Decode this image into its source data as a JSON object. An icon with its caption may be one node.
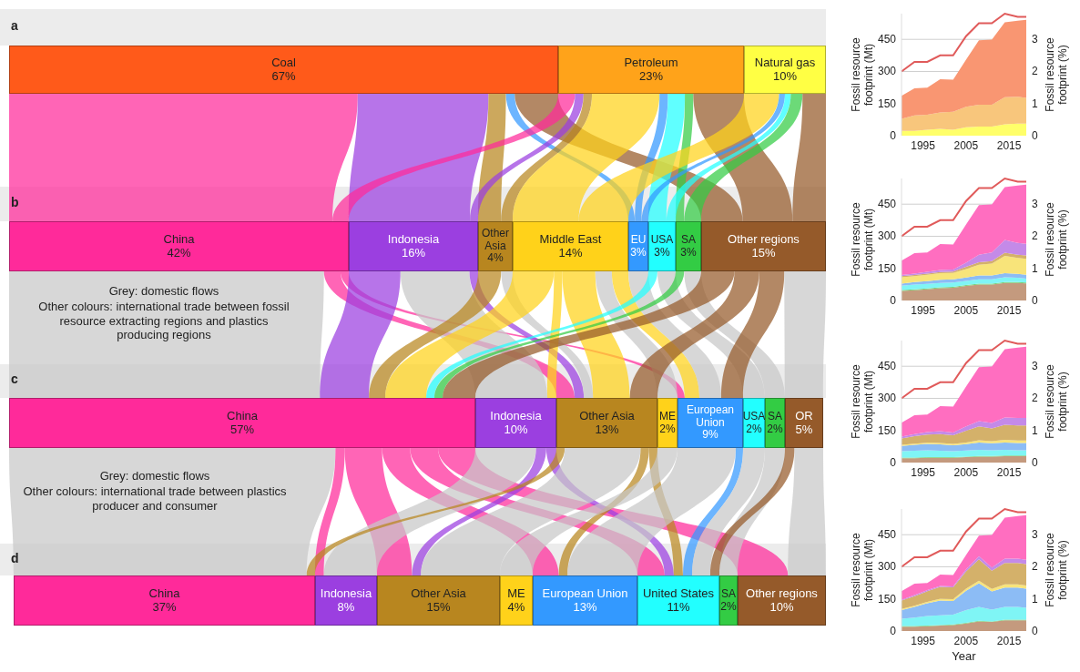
{
  "diagram": {
    "nodes": [
      {
        "text": [
          "Coal",
          "67%"
        ]
      },
      {
        "text": [
          "Petroleum",
          "23%"
        ]
      },
      {
        "text": [
          "Natural gas",
          "10%"
        ]
      },
      {
        "text": [
          "China",
          "42%"
        ]
      },
      {
        "text": [
          "Indonesia",
          "16%"
        ]
      },
      {
        "text": [
          "Other Asia",
          "4%"
        ]
      },
      {
        "text": [
          "Middle East",
          "14%"
        ]
      },
      {
        "text": [
          "EU",
          "3%"
        ]
      },
      {
        "text": [
          "USA",
          "3%"
        ]
      },
      {
        "text": [
          "SA",
          "3%"
        ]
      },
      {
        "text": [
          "Other regions",
          "15%"
        ]
      },
      {
        "text": [
          "China",
          "57%"
        ]
      },
      {
        "text": [
          "Indonesia",
          "10%"
        ]
      },
      {
        "text": [
          "Other Asia",
          "13%"
        ]
      },
      {
        "text": [
          "ME",
          "2%"
        ]
      },
      {
        "text": [
          "European Union",
          "9%"
        ]
      },
      {
        "text": [
          "USA",
          "2%"
        ]
      },
      {
        "text": [
          "SA",
          "2%"
        ]
      },
      {
        "text": [
          "OR",
          "5%"
        ]
      },
      {
        "text": [
          "China",
          "37%"
        ]
      },
      {
        "text": [
          "Indonesia",
          "8%"
        ]
      },
      {
        "text": [
          "Other Asia",
          "15%"
        ]
      },
      {
        "text": [
          "ME",
          "4%"
        ]
      },
      {
        "text": [
          "European Union",
          "13%"
        ]
      },
      {
        "text": [
          "United States",
          "11%"
        ]
      },
      {
        "text": [
          "SA",
          "2%"
        ]
      },
      {
        "text": [
          "Other regions",
          "10%"
        ]
      }
    ],
    "edges": [
      {
        "from": 0,
        "to": 3,
        "arrow": "none",
        "color": "#ff2a9a"
      },
      {
        "from": 0,
        "to": 4,
        "arrow": "none",
        "color": "#9b3fe0"
      },
      {
        "from": 0,
        "to": 5,
        "arrow": "none",
        "color": "#b8861f"
      },
      {
        "from": 0,
        "to": 7,
        "arrow": "none",
        "color": "#3399ff"
      },
      {
        "from": 0,
        "to": 10,
        "arrow": "none",
        "color": "#955a2a"
      },
      {
        "from": 1,
        "to": 3,
        "arrow": "none",
        "color": "#ff2a9a"
      },
      {
        "from": 1,
        "to": 4,
        "arrow": "none",
        "color": "#9b3fe0"
      },
      {
        "from": 1,
        "to": 5,
        "arrow": "none",
        "color": "#b8861f"
      },
      {
        "from": 1,
        "to": 6,
        "arrow": "none",
        "color": "#ffd21a"
      },
      {
        "from": 1,
        "to": 7,
        "arrow": "none",
        "color": "#3399ff"
      },
      {
        "from": 1,
        "to": 8,
        "arrow": "none",
        "color": "#22ffff"
      },
      {
        "from": 1,
        "to": 9,
        "arrow": "none",
        "color": "#33cc44"
      },
      {
        "from": 1,
        "to": 10,
        "arrow": "none",
        "color": "#955a2a"
      },
      {
        "from": 2,
        "to": 6,
        "arrow": "none",
        "color": "#ffd21a"
      },
      {
        "from": 2,
        "to": 7,
        "arrow": "none",
        "color": "#3399ff"
      },
      {
        "from": 2,
        "to": 8,
        "arrow": "none",
        "color": "#22ffff"
      },
      {
        "from": 2,
        "to": 9,
        "arrow": "none",
        "color": "#33cc44"
      },
      {
        "from": 2,
        "to": 10,
        "arrow": "none",
        "color": "#955a2a"
      },
      {
        "from": 3,
        "to": 11,
        "arrow": "none",
        "color": "#c8c8c8"
      },
      {
        "from": 3,
        "to": 13,
        "arrow": "none",
        "color": "#ff2a9a"
      },
      {
        "from": 3,
        "to": 15,
        "arrow": "none",
        "color": "#ff2a9a"
      },
      {
        "from": 4,
        "to": 11,
        "arrow": "none",
        "color": "#9b3fe0"
      },
      {
        "from": 4,
        "to": 12,
        "arrow": "none",
        "color": "#c8c8c8"
      },
      {
        "from": 4,
        "to": 13,
        "arrow": "none",
        "color": "#9b3fe0"
      },
      {
        "from": 5,
        "to": 11,
        "arrow": "none",
        "color": "#b8861f"
      },
      {
        "from": 5,
        "to": 13,
        "arrow": "none",
        "color": "#c8c8c8"
      },
      {
        "from": 6,
        "to": 11,
        "arrow": "none",
        "color": "#ffd21a"
      },
      {
        "from": 6,
        "to": 12,
        "arrow": "none",
        "color": "#ffd21a"
      },
      {
        "from": 6,
        "to": 13,
        "arrow": "none",
        "color": "#ffd21a"
      },
      {
        "from": 6,
        "to": 14,
        "arrow": "none",
        "color": "#c8c8c8"
      },
      {
        "from": 6,
        "to": 15,
        "arrow": "none",
        "color": "#ffd21a"
      },
      {
        "from": 7,
        "to": 15,
        "arrow": "none",
        "color": "#c8c8c8"
      },
      {
        "from": 8,
        "to": 11,
        "arrow": "none",
        "color": "#22ffff"
      },
      {
        "from": 8,
        "to": 16,
        "arrow": "none",
        "color": "#c8c8c8"
      },
      {
        "from": 9,
        "to": 11,
        "arrow": "none",
        "color": "#33cc44"
      },
      {
        "from": 9,
        "to": 17,
        "arrow": "none",
        "color": "#c8c8c8"
      },
      {
        "from": 10,
        "to": 11,
        "arrow": "none",
        "color": "#955a2a"
      },
      {
        "from": 10,
        "to": 13,
        "arrow": "none",
        "color": "#955a2a"
      },
      {
        "from": 10,
        "to": 15,
        "arrow": "none",
        "color": "#955a2a"
      },
      {
        "from": 10,
        "to": 18,
        "arrow": "none",
        "color": "#c8c8c8"
      },
      {
        "from": 11,
        "to": 19,
        "arrow": "none",
        "color": "#c8c8c8"
      },
      {
        "from": 11,
        "to": 20,
        "arrow": "none",
        "color": "#ff2a9a"
      },
      {
        "from": 11,
        "to": 21,
        "arrow": "none",
        "color": "#ff2a9a"
      },
      {
        "from": 11,
        "to": 23,
        "arrow": "none",
        "color": "#ff2a9a"
      },
      {
        "from": 11,
        "to": 24,
        "arrow": "none",
        "color": "#ff2a9a"
      },
      {
        "from": 11,
        "to": 26,
        "arrow": "none",
        "color": "#ff2a9a"
      },
      {
        "from": 12,
        "to": 20,
        "arrow": "none",
        "color": "#c8c8c8"
      },
      {
        "from": 12,
        "to": 21,
        "arrow": "none",
        "color": "#9b3fe0"
      },
      {
        "from": 12,
        "to": 24,
        "arrow": "none",
        "color": "#9b3fe0"
      },
      {
        "from": 13,
        "to": 19,
        "arrow": "none",
        "color": "#b8861f"
      },
      {
        "from": 13,
        "to": 21,
        "arrow": "none",
        "color": "#c8c8c8"
      },
      {
        "from": 13,
        "to": 23,
        "arrow": "none",
        "color": "#b8861f"
      },
      {
        "from": 13,
        "to": 24,
        "arrow": "none",
        "color": "#b8861f"
      },
      {
        "from": 14,
        "to": 22,
        "arrow": "none",
        "color": "#c8c8c8"
      },
      {
        "from": 15,
        "to": 23,
        "arrow": "none",
        "color": "#c8c8c8"
      },
      {
        "from": 15,
        "to": 24,
        "arrow": "none",
        "color": "#3399ff"
      },
      {
        "from": 16,
        "to": 24,
        "arrow": "none",
        "color": "#c8c8c8"
      },
      {
        "from": 17,
        "to": 25,
        "arrow": "none",
        "color": "#c8c8c8"
      },
      {
        "from": 18,
        "to": 24,
        "arrow": "none",
        "color": "#955a2a"
      },
      {
        "from": 18,
        "to": 26,
        "arrow": "none",
        "color": "#c8c8c8"
      }
    ],
    "labels": [
      "a",
      "b",
      "Grey: domestic flows",
      "Other colours: international trade between fossil resource extracting regions and plastics producing regions",
      "c",
      "Grey: domestic flows",
      "Other colours: international trade between plastics producer and consumer",
      "d"
    ],
    "chart_data": [
      {
        "type": "area",
        "stacked": true,
        "grid": true,
        "ylabel": "Fossil resource footprint (Mt)",
        "y2label": "Fossil resource footprint (%)",
        "x": [
          1990,
          1993,
          1996,
          1999,
          2002,
          2005,
          2008,
          2011,
          2014,
          2017,
          2019
        ],
        "xlim": [
          1990,
          2019
        ],
        "ylim": [
          0,
          570
        ],
        "y2lim": [
          0,
          3.8
        ],
        "xticks": [
          1995,
          2005,
          2015
        ],
        "yticks": [
          0,
          150,
          300,
          450
        ],
        "y2ticks": [
          0,
          1,
          2,
          3
        ],
        "series": [
          {
            "color": "#ffff6a",
            "values": [
              22,
              22,
              28,
              32,
              28,
              39,
              42,
              42,
              53,
              56,
              56
            ]
          },
          {
            "color": "#f8c67c",
            "values": [
              57,
              73,
              70,
              77,
              84,
              96,
              102,
              102,
              127,
              126,
              121
            ]
          },
          {
            "color": "#f99672",
            "values": [
              107,
              126,
              126,
              155,
              149,
              220,
              302,
              305,
              350,
              355,
              364
            ]
          },
          {
            "type": "line",
            "axis": "y2",
            "color": "#e05a5a",
            "values": [
              2.0,
              2.3,
              2.3,
              2.5,
              2.5,
              3.1,
              3.5,
              3.5,
              3.8,
              3.7,
              3.7
            ]
          }
        ]
      },
      {
        "type": "area",
        "stacked": true,
        "grid": true,
        "ylabel": "Fossil resource footprint (Mt)",
        "y2label": "Fossil resource footprint (%)",
        "x": [
          1990,
          1993,
          1996,
          1999,
          2002,
          2005,
          2008,
          2011,
          2014,
          2017,
          2019
        ],
        "xlim": [
          1990,
          2019
        ],
        "ylim": [
          0,
          570
        ],
        "y2lim": [
          0,
          3.8
        ],
        "xticks": [
          1995,
          2005,
          2015
        ],
        "yticks": [
          0,
          150,
          300,
          450
        ],
        "y2ticks": [
          0,
          1,
          2,
          3
        ],
        "series": [
          {
            "color": "#c49a7e",
            "values": [
              45,
              48,
              52,
              58,
              60,
              68,
              75,
              75,
              82,
              82,
              80
            ]
          },
          {
            "color": "#7ad07a",
            "values": [
              4,
              4,
              4,
              4,
              4,
              4,
              4,
              4,
              4,
              4,
              4
            ]
          },
          {
            "color": "#7ff5f5",
            "values": [
              20,
              22,
              22,
              20,
              20,
              20,
              20,
              20,
              22,
              20,
              18
            ]
          },
          {
            "color": "#8cbcf5",
            "values": [
              10,
              12,
              12,
              15,
              15,
              15,
              18,
              18,
              20,
              18,
              18
            ]
          },
          {
            "color": "#f8e47a",
            "values": [
              30,
              28,
              30,
              30,
              30,
              40,
              50,
              55,
              80,
              75,
              75
            ]
          },
          {
            "color": "#d4b16a",
            "values": [
              5,
              5,
              6,
              6,
              6,
              10,
              12,
              12,
              15,
              15,
              15
            ]
          },
          {
            "color": "#c48ae8",
            "values": [
              5,
              6,
              8,
              10,
              10,
              20,
              35,
              40,
              60,
              55,
              55
            ]
          },
          {
            "color": "#ff6ec0",
            "values": [
              67,
              96,
              90,
              121,
              116,
              178,
              232,
              225,
              247,
              268,
              276
            ]
          },
          {
            "type": "line",
            "axis": "y2",
            "color": "#e05a5a",
            "values": [
              2.0,
              2.3,
              2.3,
              2.5,
              2.5,
              3.1,
              3.5,
              3.5,
              3.8,
              3.7,
              3.7
            ]
          }
        ]
      },
      {
        "type": "area",
        "stacked": true,
        "grid": true,
        "ylabel": "Fossil resource footprint (Mt)",
        "y2label": "Fossil resource footprint (%)",
        "x": [
          1990,
          1993,
          1996,
          1999,
          2002,
          2005,
          2008,
          2011,
          2014,
          2017,
          2019
        ],
        "xlim": [
          1990,
          2019
        ],
        "ylim": [
          0,
          570
        ],
        "y2lim": [
          0,
          3.8
        ],
        "xticks": [
          1995,
          2005,
          2015
        ],
        "yticks": [
          0,
          150,
          300,
          450
        ],
        "y2ticks": [
          0,
          1,
          2,
          3
        ],
        "series": [
          {
            "color": "#c49a7e",
            "values": [
              20,
              20,
              22,
              22,
              22,
              25,
              28,
              28,
              30,
              30,
              30
            ]
          },
          {
            "color": "#7ad07a",
            "values": [
              3,
              3,
              3,
              3,
              3,
              3,
              3,
              3,
              3,
              3,
              3
            ]
          },
          {
            "color": "#7ff5f5",
            "values": [
              30,
              32,
              32,
              30,
              28,
              28,
              28,
              26,
              26,
              25,
              25
            ]
          },
          {
            "color": "#8cbcf5",
            "values": [
              25,
              28,
              30,
              30,
              28,
              30,
              35,
              33,
              35,
              33,
              33
            ]
          },
          {
            "color": "#f8e47a",
            "values": [
              5,
              5,
              6,
              6,
              6,
              8,
              10,
              10,
              12,
              12,
              12
            ]
          },
          {
            "color": "#d4b16a",
            "values": [
              30,
              35,
              38,
              42,
              40,
              55,
              65,
              60,
              70,
              70,
              70
            ]
          },
          {
            "color": "#c48ae8",
            "values": [
              8,
              10,
              12,
              14,
              14,
              20,
              25,
              25,
              35,
              35,
              35
            ]
          },
          {
            "color": "#ff6ec0",
            "values": [
              65,
              88,
              81,
              117,
              120,
              186,
              252,
              264,
              319,
              329,
              333
            ]
          },
          {
            "type": "line",
            "axis": "y2",
            "color": "#e05a5a",
            "values": [
              2.0,
              2.3,
              2.3,
              2.5,
              2.5,
              3.1,
              3.5,
              3.5,
              3.8,
              3.7,
              3.7
            ]
          }
        ]
      },
      {
        "type": "area",
        "stacked": true,
        "grid": true,
        "xlabel": "Year",
        "ylabel": "Fossil resource footprint (Mt)",
        "y2label": "Fossil resource footprint (%)",
        "x": [
          1990,
          1993,
          1996,
          1999,
          2002,
          2005,
          2008,
          2011,
          2014,
          2017,
          2019
        ],
        "xlim": [
          1990,
          2019
        ],
        "ylim": [
          0,
          570
        ],
        "y2lim": [
          0,
          3.8
        ],
        "xticks": [
          1995,
          2005,
          2015
        ],
        "yticks": [
          0,
          150,
          300,
          450
        ],
        "y2ticks": [
          0,
          1,
          2,
          3
        ],
        "series": [
          {
            "color": "#c49a7e",
            "values": [
              20,
              20,
              22,
              25,
              28,
              35,
              45,
              42,
              50,
              50,
              50
            ]
          },
          {
            "color": "#7ad07a",
            "values": [
              3,
              3,
              3,
              3,
              3,
              3,
              3,
              3,
              3,
              3,
              3
            ]
          },
          {
            "color": "#7ff5f5",
            "values": [
              35,
              40,
              45,
              45,
              45,
              60,
              65,
              55,
              60,
              60,
              55
            ]
          },
          {
            "color": "#8cbcf5",
            "values": [
              40,
              50,
              60,
              70,
              65,
              90,
              110,
              85,
              90,
              90,
              90
            ]
          },
          {
            "color": "#f8e47a",
            "values": [
              5,
              5,
              6,
              8,
              8,
              10,
              12,
              12,
              15,
              15,
              15
            ]
          },
          {
            "color": "#d4b16a",
            "values": [
              40,
              45,
              50,
              55,
              55,
              80,
              100,
              85,
              100,
              100,
              100
            ]
          },
          {
            "color": "#c48ae8",
            "values": [
              3,
              5,
              5,
              5,
              5,
              10,
              15,
              15,
              20,
              20,
              20
            ]
          },
          {
            "color": "#ff6ec0",
            "values": [
              40,
              53,
              33,
              53,
              52,
              67,
              96,
              152,
              192,
              199,
              208
            ]
          },
          {
            "type": "line",
            "axis": "y2",
            "color": "#e05a5a",
            "values": [
              2.0,
              2.3,
              2.3,
              2.5,
              2.5,
              3.1,
              3.5,
              3.5,
              3.8,
              3.7,
              3.7
            ]
          }
        ]
      }
    ]
  }
}
